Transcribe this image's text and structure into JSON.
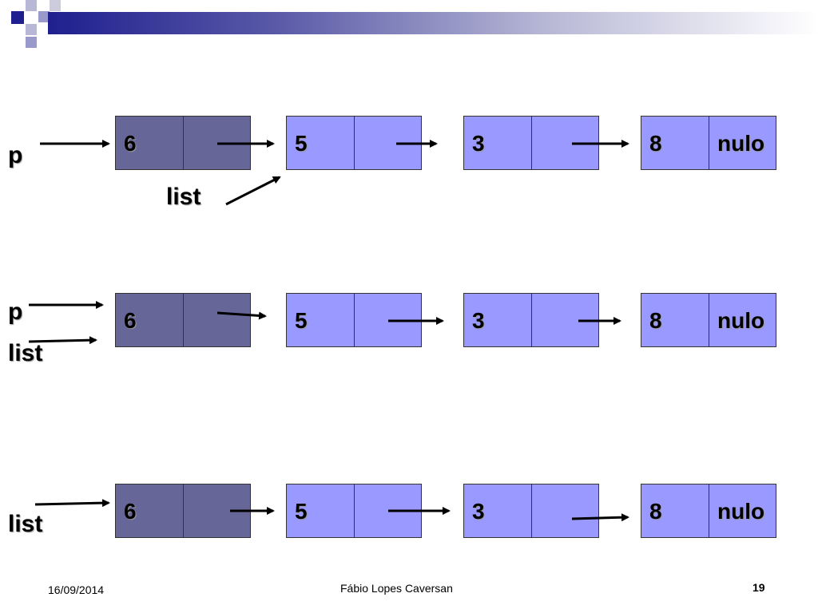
{
  "colors": {
    "node_active": "#666699",
    "node_normal": "#9999ff",
    "header_bar": "#1f1f8f"
  },
  "rows": [
    {
      "nodes": [
        {
          "value": "6",
          "next": ""
        },
        {
          "value": "5",
          "next": ""
        },
        {
          "value": "3",
          "next": ""
        },
        {
          "value": "8",
          "next": "nulo"
        }
      ],
      "labels": {
        "p": "p",
        "list": "list"
      }
    },
    {
      "nodes": [
        {
          "value": "6",
          "next": ""
        },
        {
          "value": "5",
          "next": ""
        },
        {
          "value": "3",
          "next": ""
        },
        {
          "value": "8",
          "next": "nulo"
        }
      ],
      "labels": {
        "p": "p",
        "list": "list"
      }
    },
    {
      "nodes": [
        {
          "value": "6",
          "next": ""
        },
        {
          "value": "5",
          "next": ""
        },
        {
          "value": "3",
          "next": ""
        },
        {
          "value": "8",
          "next": "nulo"
        }
      ],
      "labels": {
        "list": "list"
      }
    }
  ],
  "footer": {
    "date": "16/09/2014",
    "author": "Fábio Lopes Caversan",
    "page": "19"
  }
}
